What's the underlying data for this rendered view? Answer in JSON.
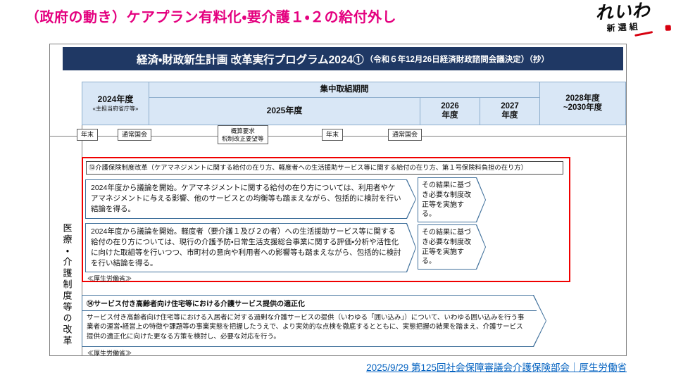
{
  "slide": {
    "title": "（政府の動き）ケアプラン有料化・要介護１・２の給付外し",
    "footer_link": "2025/9/29 第125回社会保障審議会介護保険部会｜厚生労働省"
  },
  "logo": {
    "main": "れいわ",
    "sub": "新選組"
  },
  "doc": {
    "header_main": "経済・財政新生計画 改革実行プログラム2024①",
    "header_sub": "（令和６年12月26日経済財政諮問会議決定）（抄）",
    "side_label": "医療・介護制度等の改革",
    "timeline": {
      "focus_period": "集中取組期間",
      "y2024": "2024年度",
      "y2024_sub": "«主担当府省庁等»",
      "y2025": "2025年度",
      "y2026a": "2026",
      "y2026b": "年度",
      "y2027a": "2027",
      "y2027b": "年度",
      "y2028a": "2028年度",
      "y2028b": "~2030年度",
      "tags": [
        {
          "l1": "年末"
        },
        {
          "l1": "通常国会"
        },
        {
          "l1": "概算要求",
          "l2": "税制改正要望等"
        },
        {
          "l1": "年末"
        },
        {
          "l1": "通常国会"
        }
      ]
    },
    "section13": {
      "heading": "⑬介護保険制度改革（ケアマネジメントに関する給付の在り方、軽度者への生活援助サービス等に関する給付の在り方、第１号保険料負担の在り方）",
      "item1_process": "2024年度から議論を開始。ケアマネジメントに関する給付の在り方については、利用者やケアマネジメントに与える影響、他のサービスとの均衡等も踏まえながら、包括的に検討を行い結論を得る。",
      "item1_result": "その結果に基づき必要な制度改正等を実施する。",
      "item2_process": "2024年度から議論を開始。軽度者（要介護１及び２の者）への生活援助サービス等に関する給付の在り方については、現行の介護予防・日常生活支援総合事業に関する評価・分析や活性化に向けた取組等を行いつつ、市町村の意向や利用者への影響等も踏まえながら、包括的に検討を行い結論を得る。",
      "item2_result": "その結果に基づき必要な制度改正等を実施する。",
      "ministry": "≪厚生労働省≫"
    },
    "section14": {
      "heading": "⑭サービス付き高齢者向け住宅等における介護サービス提供の適正化",
      "body": "サービス付き高齢者向け住宅等における入居者に対する過剰な介護サービスの提供（いわゆる「囲い込み」）について、いわゆる囲い込みを行う事業者の運営・経営上の特徴や課題等の事業実態を把握したうえで、より実効的な点検を徹底するとともに、実態把握の結果を踏まえ、介護サービス提供の適正化に向けた更なる方策を検討し、必要な対応を行う。",
      "ministry": "≪厚生労働省≫"
    }
  },
  "colors": {
    "title_accent": "#e4007f",
    "header_navy": "#1f3864",
    "highlight_red": "#f00000",
    "cell_blue": "#d9e7f6",
    "arrow_border_blue": "#41719c",
    "link_blue": "#0563c1",
    "logo_red": "#d7000f"
  }
}
